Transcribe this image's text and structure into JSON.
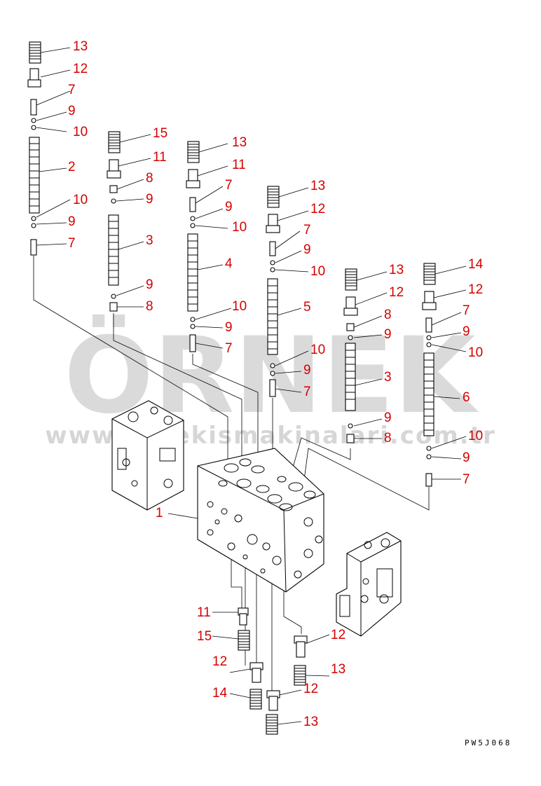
{
  "diagram": {
    "drawing_code": "PW5J068",
    "watermark": {
      "main": "ÖRNEK",
      "sub": "www.ornekismakinalari.com.tr"
    },
    "callouts": [
      {
        "id": "c1",
        "num": "13"
      },
      {
        "id": "c2",
        "num": "12"
      },
      {
        "id": "c3",
        "num": "7"
      },
      {
        "id": "c4",
        "num": "9"
      },
      {
        "id": "c5",
        "num": "10"
      },
      {
        "id": "c6",
        "num": "2"
      },
      {
        "id": "c7",
        "num": "10"
      },
      {
        "id": "c8",
        "num": "9"
      },
      {
        "id": "c9",
        "num": "7"
      },
      {
        "id": "c10",
        "num": "15"
      },
      {
        "id": "c11",
        "num": "11"
      },
      {
        "id": "c12",
        "num": "8"
      },
      {
        "id": "c13",
        "num": "9"
      },
      {
        "id": "c14",
        "num": "3"
      },
      {
        "id": "c15",
        "num": "9"
      },
      {
        "id": "c16",
        "num": "8"
      },
      {
        "id": "c17",
        "num": "13"
      },
      {
        "id": "c18",
        "num": "11"
      },
      {
        "id": "c19",
        "num": "7"
      },
      {
        "id": "c20",
        "num": "9"
      },
      {
        "id": "c21",
        "num": "10"
      },
      {
        "id": "c22",
        "num": "4"
      },
      {
        "id": "c23",
        "num": "10"
      },
      {
        "id": "c24",
        "num": "9"
      },
      {
        "id": "c25",
        "num": "7"
      },
      {
        "id": "c26",
        "num": "13"
      },
      {
        "id": "c27",
        "num": "12"
      },
      {
        "id": "c28",
        "num": "7"
      },
      {
        "id": "c29",
        "num": "9"
      },
      {
        "id": "c30",
        "num": "10"
      },
      {
        "id": "c31",
        "num": "5"
      },
      {
        "id": "c32",
        "num": "10"
      },
      {
        "id": "c33",
        "num": "9"
      },
      {
        "id": "c34",
        "num": "7"
      },
      {
        "id": "c35",
        "num": "13"
      },
      {
        "id": "c36",
        "num": "12"
      },
      {
        "id": "c37",
        "num": "8"
      },
      {
        "id": "c38",
        "num": "9"
      },
      {
        "id": "c39",
        "num": "3"
      },
      {
        "id": "c40",
        "num": "9"
      },
      {
        "id": "c41",
        "num": "8"
      },
      {
        "id": "c42",
        "num": "14"
      },
      {
        "id": "c43",
        "num": "12"
      },
      {
        "id": "c44",
        "num": "7"
      },
      {
        "id": "c45",
        "num": "9"
      },
      {
        "id": "c46",
        "num": "10"
      },
      {
        "id": "c47",
        "num": "6"
      },
      {
        "id": "c48",
        "num": "10"
      },
      {
        "id": "c49",
        "num": "9"
      },
      {
        "id": "c50",
        "num": "7"
      },
      {
        "id": "c51",
        "num": "1"
      },
      {
        "id": "c52",
        "num": "11"
      },
      {
        "id": "c53",
        "num": "15"
      },
      {
        "id": "c54",
        "num": "12"
      },
      {
        "id": "c55",
        "num": "14"
      },
      {
        "id": "c56",
        "num": "12"
      },
      {
        "id": "c57",
        "num": "13"
      },
      {
        "id": "c58",
        "num": "12"
      },
      {
        "id": "c59",
        "num": "13"
      }
    ]
  }
}
